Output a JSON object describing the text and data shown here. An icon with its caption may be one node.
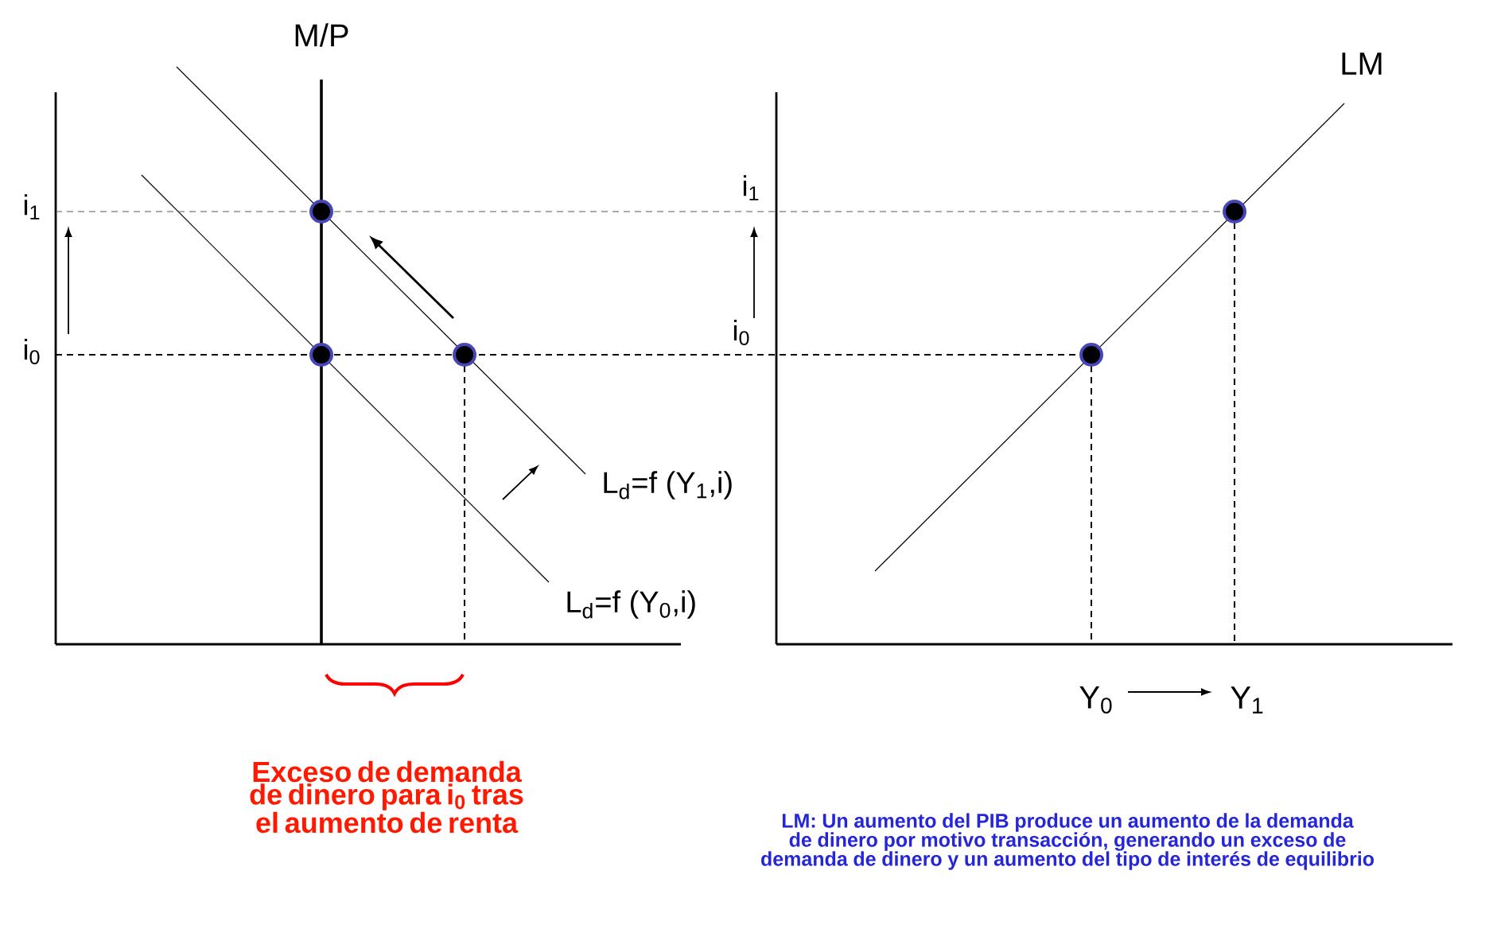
{
  "diagram": {
    "labels": [
      "M/P",
      "LM",
      "i$_{1}$",
      "i$_{1}$",
      "i$_{0}$",
      "i$_{0}$",
      "L$_{d}$=f (Y$_{1}$,i)",
      "L$_{d}$=f (Y$_{0}$,i)",
      "Y$_{0}$",
      "Y$_{1}$",
      "Exceso de demanda de dinero para i$_{0}$ tras el aumento de renta",
      "LM: Un aumento del PIB produce un aumento de la demanda de dinero por motivo transacción, generando un exceso de demanda de dinero y un aumento del tipo de interés de equilibrio"
    ]
  }
}
